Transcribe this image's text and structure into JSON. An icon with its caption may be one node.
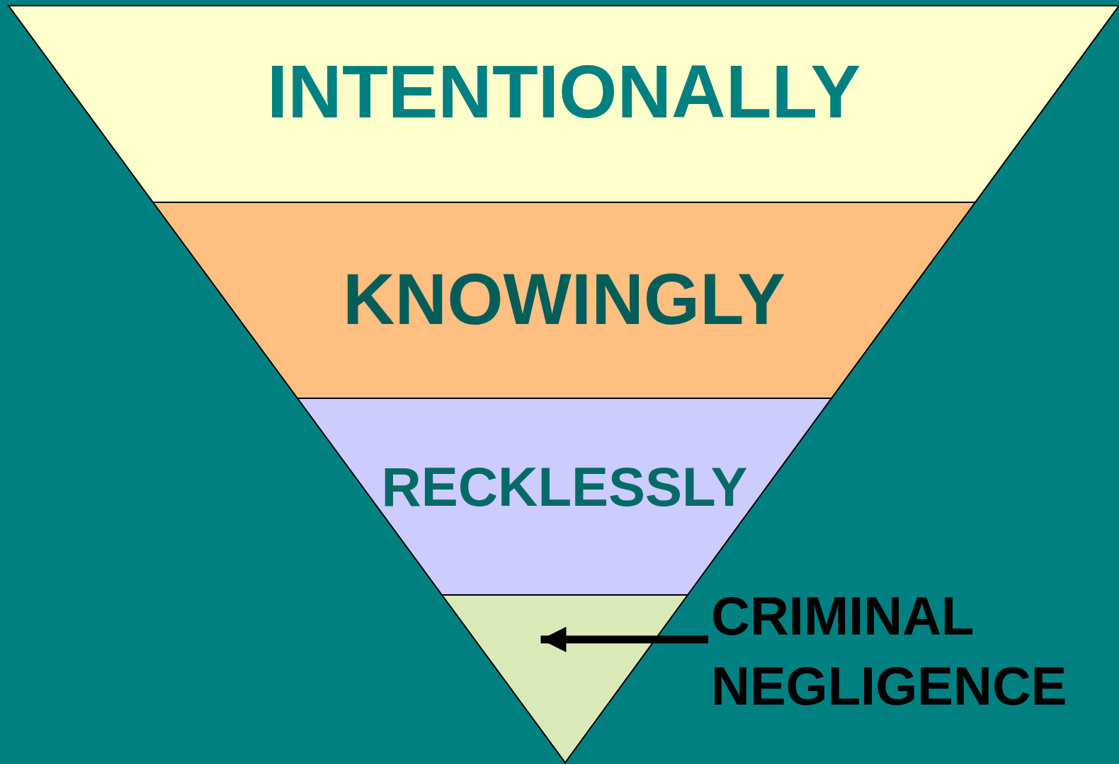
{
  "diagram": {
    "nodes": [
      {
        "text": [
          "INTENTIONALLY"
        ]
      },
      {
        "text": [
          "KNOWINGLY"
        ]
      },
      {
        "text": [
          "RECKLESSLY"
        ]
      },
      {
        "text": [],
        "shape": "triangle"
      },
      {
        "text": [
          "CRIMINAL NEGLIGENCE"
        ]
      }
    ],
    "edges": [
      {
        "from": 4,
        "to": 3,
        "arrow": "to"
      }
    ]
  }
}
